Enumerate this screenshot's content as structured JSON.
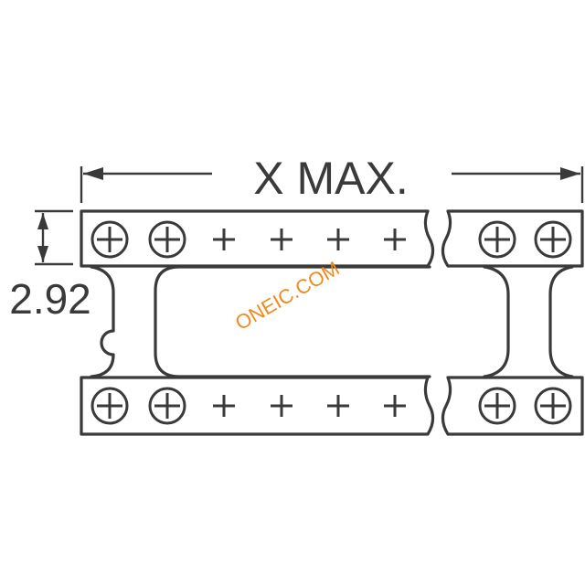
{
  "labels": {
    "width_dimension": "X MAX.",
    "height_dimension": "2.92"
  },
  "watermark": "ONEIC.COM",
  "colors": {
    "line": "#3a3a3a",
    "watermark": "#f08a1c",
    "background": "#ffffff"
  }
}
